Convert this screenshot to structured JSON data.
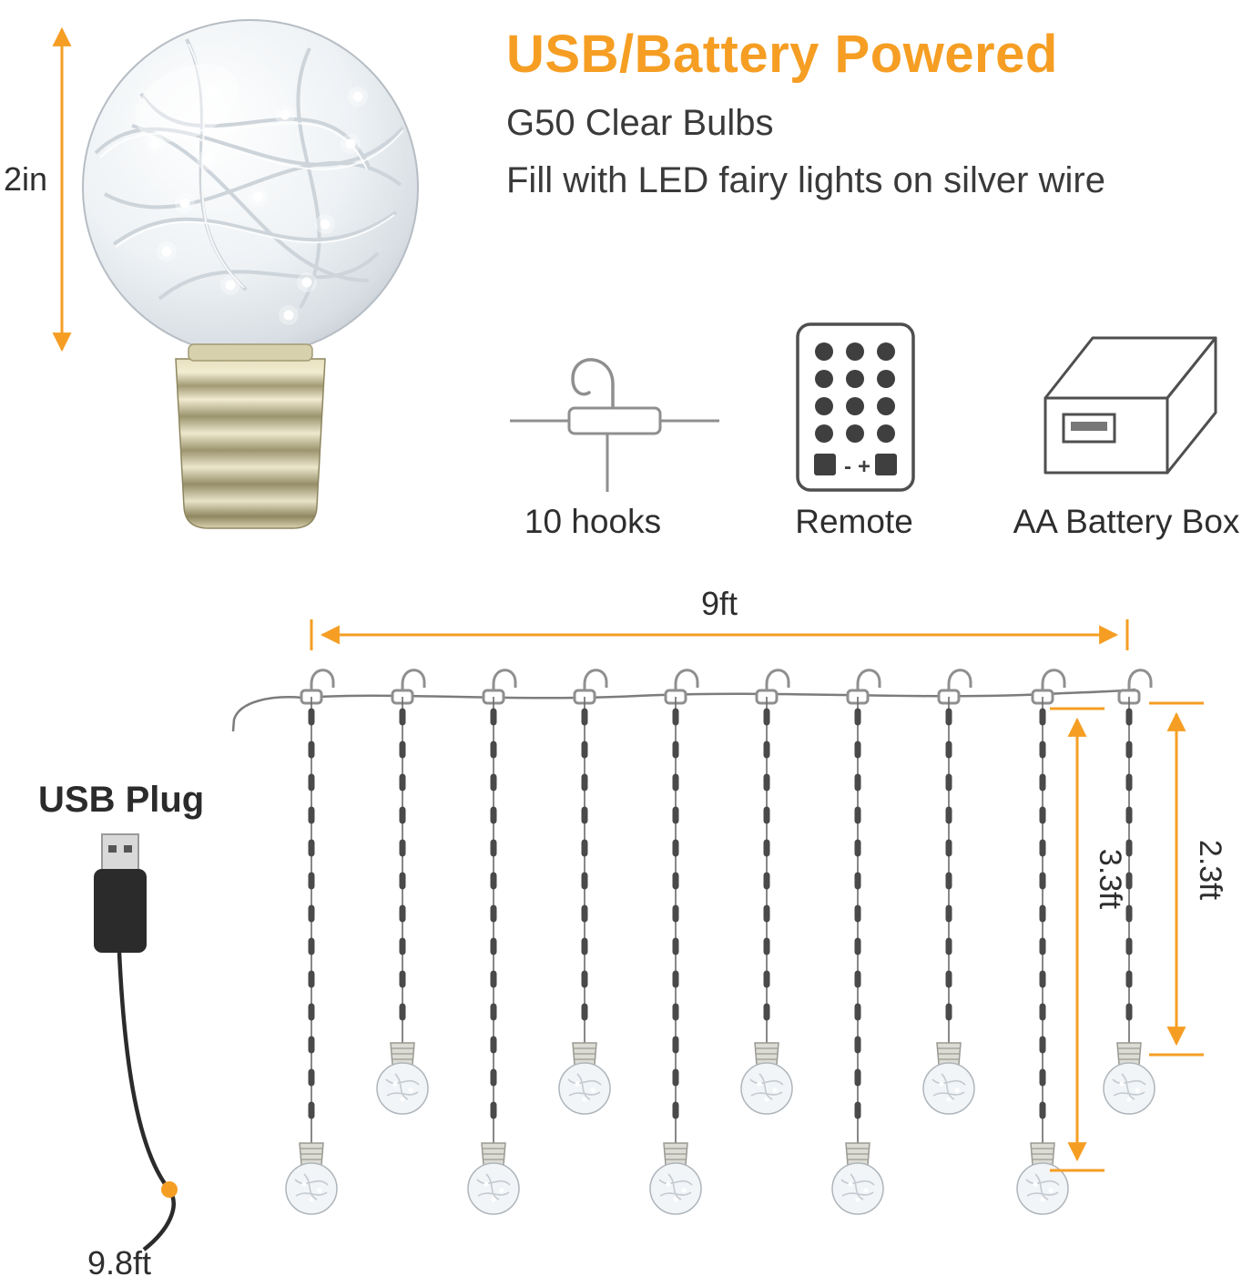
{
  "colors": {
    "accent": "#F59E23",
    "ink": "#2e2e2e"
  },
  "hero": {
    "dimension_label": "2in",
    "title": "USB/Battery Powered",
    "subtitle_line1": "G50 Clear Bulbs",
    "subtitle_line2": "Fill with LED fairy lights on silver wire"
  },
  "accessories": [
    {
      "name": "hanging-hook",
      "label": "10 hooks"
    },
    {
      "name": "remote-control",
      "label": "Remote",
      "minus_label": "-",
      "plus_label": "+"
    },
    {
      "name": "aa-battery-box",
      "label": "AA Battery Box"
    }
  ],
  "diagram": {
    "width_label": "9ft",
    "long_drop_label": "3.3ft",
    "short_drop_label": "2.3ft",
    "plug_label": "USB Plug",
    "lead_length_label": "9.8ft",
    "hooks_count": 10,
    "strings_count": 10,
    "long_drops": 5,
    "short_drops": 5
  }
}
